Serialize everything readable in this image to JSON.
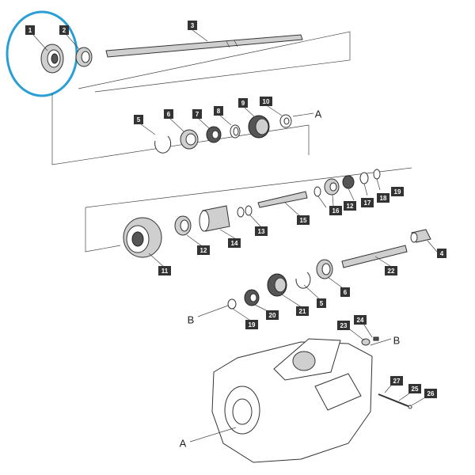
{
  "highlight": {
    "color": "#2a9fd6"
  },
  "callouts": [
    {
      "label": "1"
    },
    {
      "label": "2"
    },
    {
      "label": "3"
    },
    {
      "label": "5"
    },
    {
      "label": "6"
    },
    {
      "label": "7"
    },
    {
      "label": "8"
    },
    {
      "label": "9"
    },
    {
      "label": "10"
    },
    {
      "label": "19"
    },
    {
      "label": "18"
    },
    {
      "label": "17"
    },
    {
      "label": "16"
    },
    {
      "label": "12"
    },
    {
      "label": "15"
    },
    {
      "label": "13"
    },
    {
      "label": "14"
    },
    {
      "label": "12"
    },
    {
      "label": "11"
    },
    {
      "label": "4"
    },
    {
      "label": "22"
    },
    {
      "label": "6"
    },
    {
      "label": "5"
    },
    {
      "label": "21"
    },
    {
      "label": "20"
    },
    {
      "label": "19"
    },
    {
      "label": "24"
    },
    {
      "label": "23"
    },
    {
      "label": "27"
    },
    {
      "label": "25"
    },
    {
      "label": "26"
    }
  ],
  "refs": [
    {
      "label": "A"
    },
    {
      "label": "B"
    },
    {
      "label": "B"
    },
    {
      "label": "A"
    }
  ]
}
